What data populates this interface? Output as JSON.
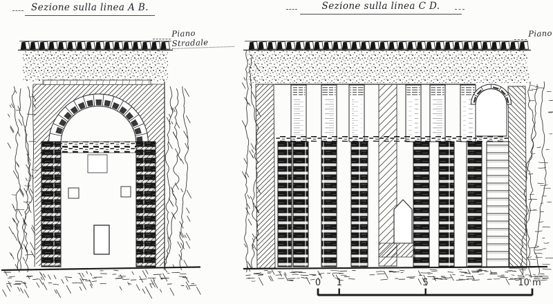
{
  "figure": {
    "paper_color": "#fcfcfa",
    "ink_color": "#1f1f1f"
  },
  "sections": {
    "ab": {
      "title": "Sezione sulla linea A B.",
      "street_label": "Piano Stradale"
    },
    "cd": {
      "title": "Sezione sulla linea C D.",
      "street_label": "Piano"
    }
  },
  "scale_bar": {
    "labels": [
      "0",
      "1",
      "5",
      "10 m"
    ]
  }
}
